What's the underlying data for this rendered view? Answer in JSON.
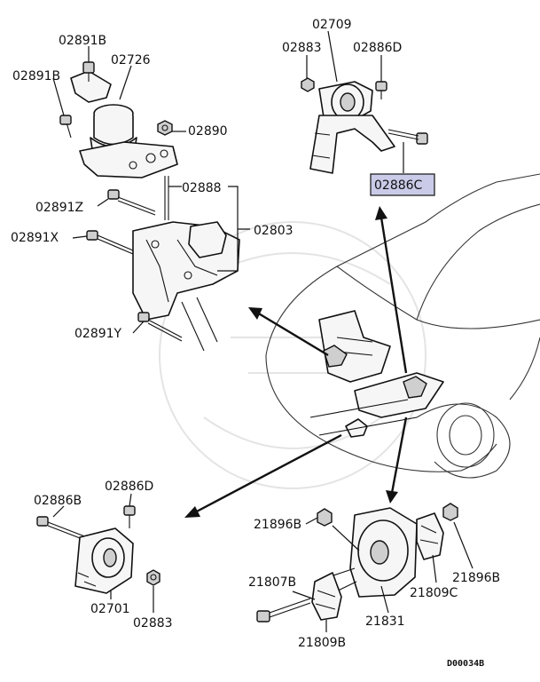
{
  "diagram": {
    "labels": {
      "l02891B_top": "02891B",
      "l02726": "02726",
      "l02891B_left": "02891B",
      "l02890": "02890",
      "l02888": "02888",
      "l02891Z": "02891Z",
      "l02803": "02803",
      "l02891X": "02891X",
      "l02891Y": "02891Y",
      "l02709": "02709",
      "l02883_top": "02883",
      "l02886D_top": "02886D",
      "l02886C": "02886C",
      "l02886B": "02886B",
      "l02886D_bot": "02886D",
      "l02701": "02701",
      "l02883_bot": "02883",
      "l21896B_left": "21896B",
      "l21896B_right": "21896B",
      "l21807B": "21807B",
      "l21809C": "21809C",
      "l21831": "21831",
      "l21809B": "21809B"
    },
    "highlighted_part": "02886C",
    "highlight_color": "#c9cbe8",
    "diagram_code": "D00034B"
  }
}
